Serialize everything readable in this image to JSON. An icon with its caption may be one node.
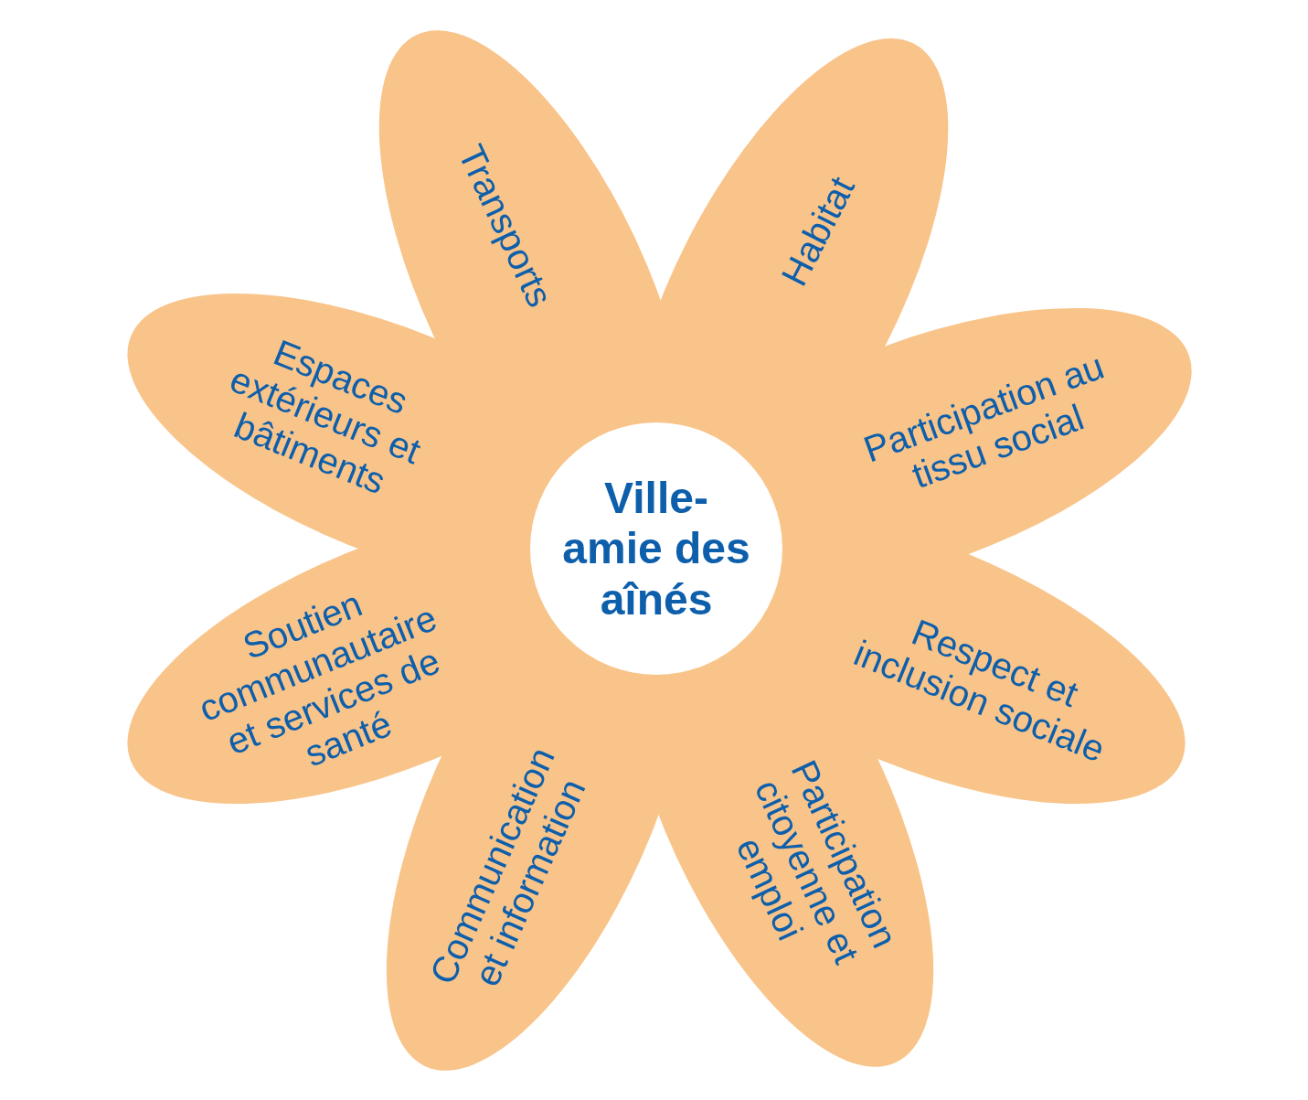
{
  "diagram": {
    "nodes": [
      {
        "text": [
          "Ville- amie des aînés"
        ]
      },
      {
        "text": [
          "Transports"
        ]
      },
      {
        "text": [
          "Habitat"
        ]
      },
      {
        "text": [
          "Participation au tissu social"
        ]
      },
      {
        "text": [
          "Respect et inclusion sociale"
        ]
      },
      {
        "text": [
          "Participation citoyenne et emploi"
        ]
      },
      {
        "text": [
          "Communication et information"
        ]
      },
      {
        "text": [
          "Soutien communautaire et services de santé"
        ]
      },
      {
        "text": [
          "Espaces extérieurs et bâtiments"
        ]
      }
    ]
  }
}
